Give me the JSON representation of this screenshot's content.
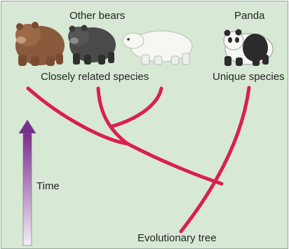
{
  "labels": {
    "other_bears": "Other bears",
    "panda": "Panda",
    "closely_related": "Closely related species",
    "unique": "Unique species",
    "time": "Time",
    "tree": "Evolutionary tree"
  },
  "colors": {
    "background": "#d7e8d4",
    "branch": "#d8204f",
    "arrow_top": "#7a2e8e",
    "arrow_bottom": "#f4eef7"
  }
}
